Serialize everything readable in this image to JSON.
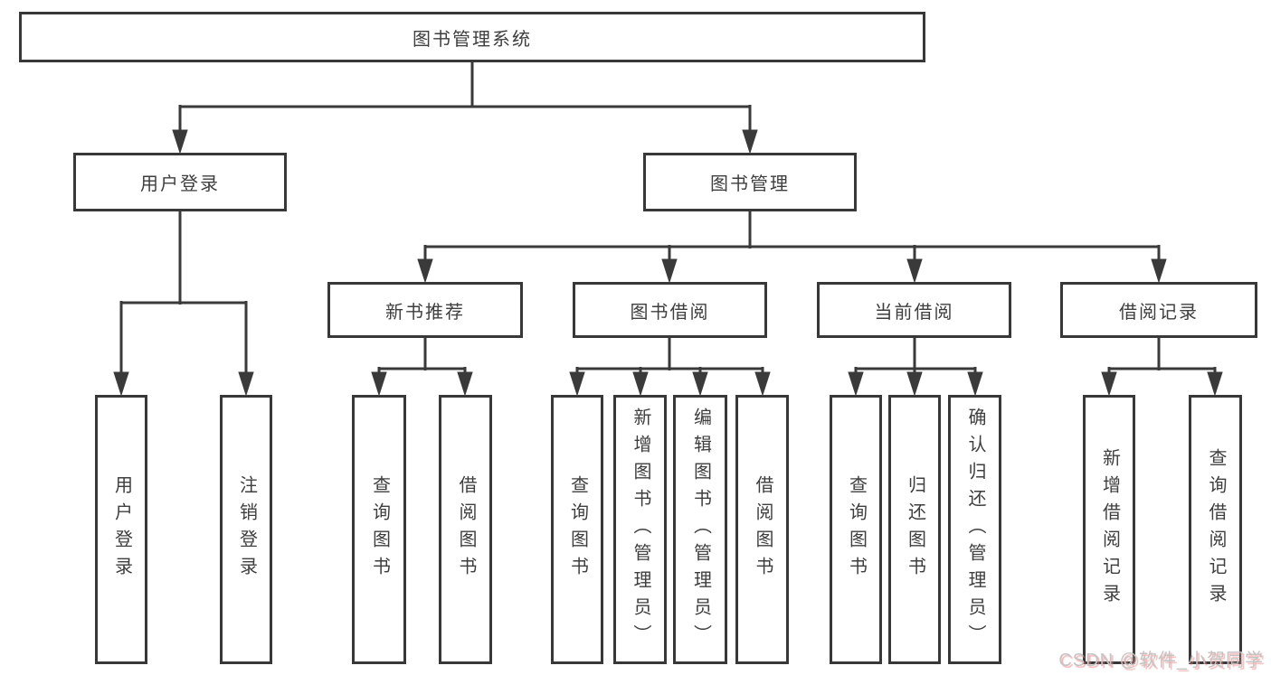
{
  "diagram": {
    "root": "图书管理系统",
    "branches": [
      {
        "label": "用户登录",
        "children": [
          {
            "label": "用户登录"
          },
          {
            "label": "注销登录"
          }
        ]
      },
      {
        "label": "图书管理",
        "children": [
          {
            "label": "新书推荐",
            "children": [
              {
                "label": "查询图书"
              },
              {
                "label": "借阅图书"
              }
            ]
          },
          {
            "label": "图书借阅",
            "children": [
              {
                "label": "查询图书"
              },
              {
                "label": "新增图书（管理员）"
              },
              {
                "label": "编辑图书（管理员）"
              },
              {
                "label": "借阅图书"
              }
            ]
          },
          {
            "label": "当前借阅",
            "children": [
              {
                "label": "查询图书"
              },
              {
                "label": "归还图书"
              },
              {
                "label": "确认归还（管理员）"
              }
            ]
          },
          {
            "label": "借阅记录",
            "children": [
              {
                "label": "新增借阅记录"
              },
              {
                "label": "查询借阅记录"
              }
            ]
          }
        ]
      }
    ]
  },
  "colors": {
    "line": "#3a3a3a",
    "box_border": "#383838",
    "text": "#3e3e3e",
    "watermark_text": "#c3c3c3",
    "watermark_shadow": "#eb7878"
  },
  "watermark": "CSDN @软件_小贺同学"
}
